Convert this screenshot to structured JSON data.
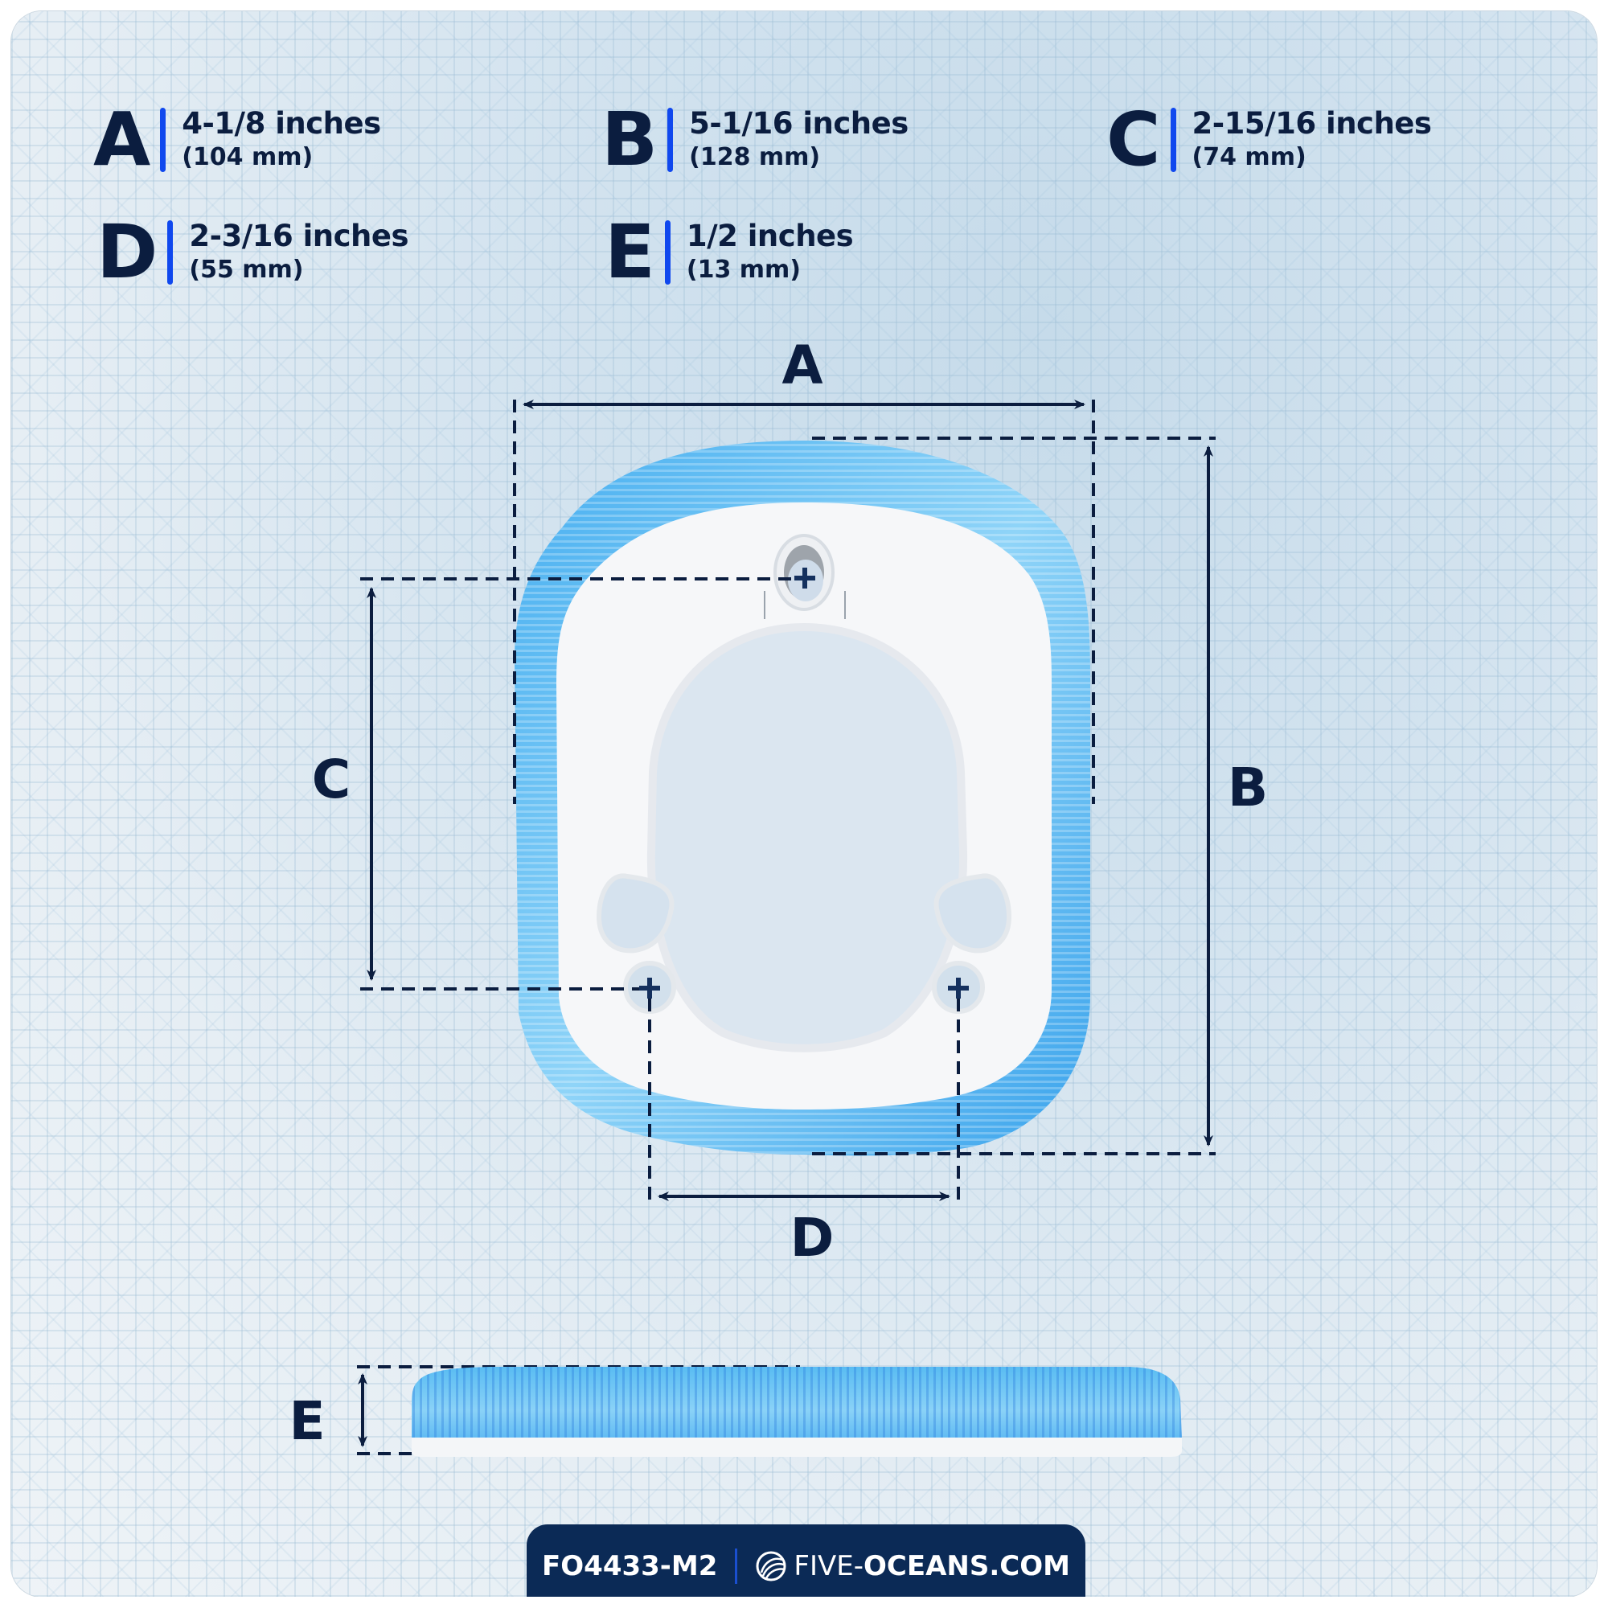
{
  "specs": [
    {
      "letter": "A",
      "inches": "4-1/8 inches",
      "mm": "(104 mm)"
    },
    {
      "letter": "B",
      "inches": "5-1/16 inches",
      "mm": "(128 mm)"
    },
    {
      "letter": "C",
      "inches": "2-15/16 inches",
      "mm": "(74 mm)"
    },
    {
      "letter": "D",
      "inches": "2-3/16 inches",
      "mm": "(55 mm)"
    },
    {
      "letter": "E",
      "inches": "1/2 inches",
      "mm": "(13 mm)"
    }
  ],
  "diagram": {
    "labels": {
      "a": "A",
      "b": "B",
      "c": "C",
      "d": "D",
      "e": "E"
    },
    "colors": {
      "ink": "#0b1d3f",
      "accent_bar": "#1048ee",
      "lens_blue": "#4fb6f0",
      "base_white": "#f7f8fa"
    }
  },
  "footer": {
    "sku": "FO4433-M2",
    "brand_light": "FIVE-",
    "brand_bold": "OCEANS.COM",
    "logo_icon": "shell-logo-icon",
    "background": "#0b2a56"
  }
}
